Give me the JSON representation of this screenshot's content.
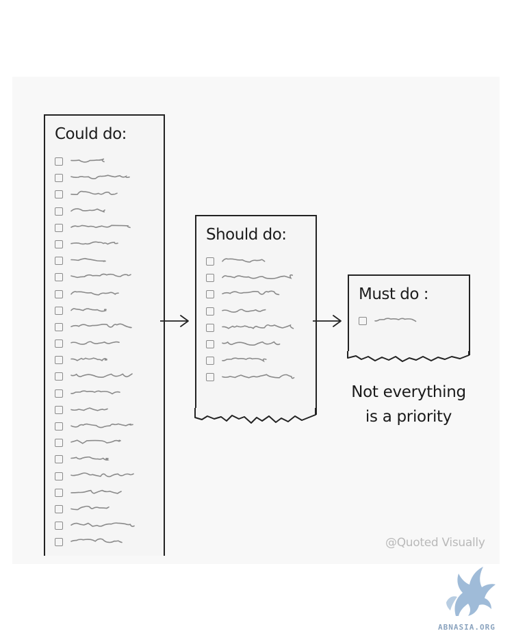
{
  "could_card": {
    "title": "Could do:",
    "item_count": 24
  },
  "should_card": {
    "title": "Should do:",
    "item_count": 8
  },
  "must_card": {
    "title": "Must do :",
    "item_count": 1
  },
  "caption": {
    "line1": "Not everything",
    "line2": "is a priority"
  },
  "credit": "@Quoted Visually",
  "watermark": "ABNASIA.ORG",
  "colors": {
    "ink": "#222222",
    "paper": "#f5f5f5",
    "squiggle": "#8a8a8a",
    "watermark": "#8aa3be"
  }
}
